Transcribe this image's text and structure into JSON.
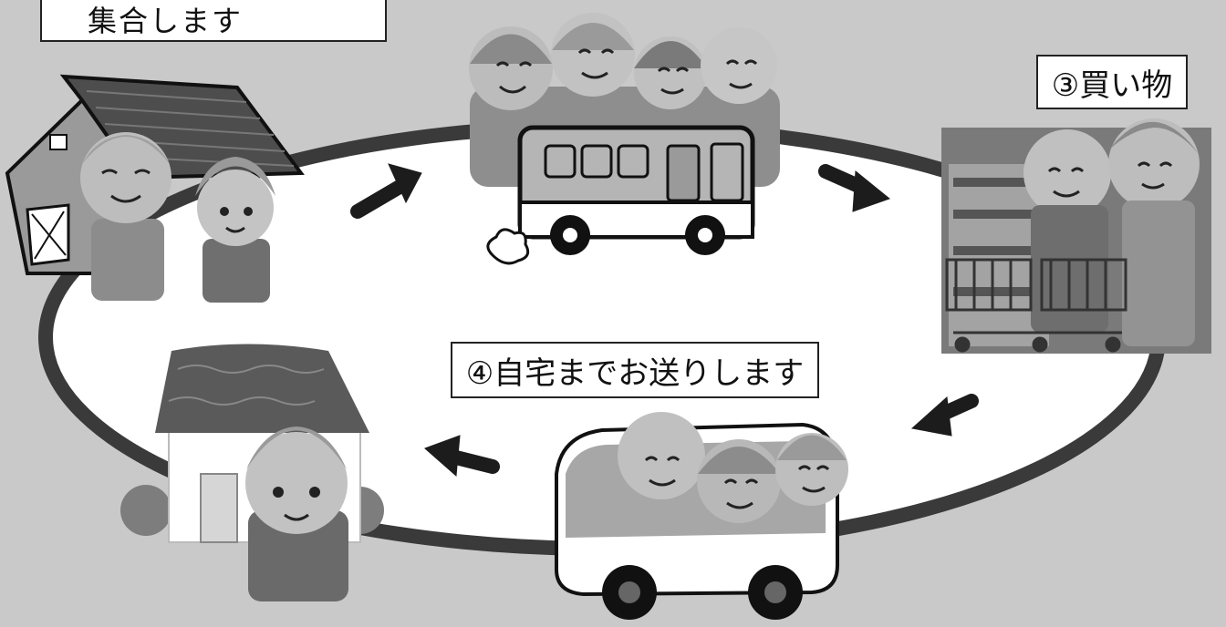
{
  "labels": {
    "gather": "集合します",
    "shopping": "③買い物",
    "home_dropoff": "④自宅までお送りします"
  },
  "colors": {
    "background": "#c9c9c9",
    "loop": "#3a3a3a",
    "arrow": "#1c1c1c",
    "label_bg": "#ffffff"
  },
  "icons": [
    "house-icon",
    "elderly-couple-icon",
    "bus-icon",
    "happy-group-icon",
    "supermarket-icon",
    "shopping-cart-icon",
    "van-icon",
    "elderly-woman-icon",
    "arrow-icon"
  ]
}
